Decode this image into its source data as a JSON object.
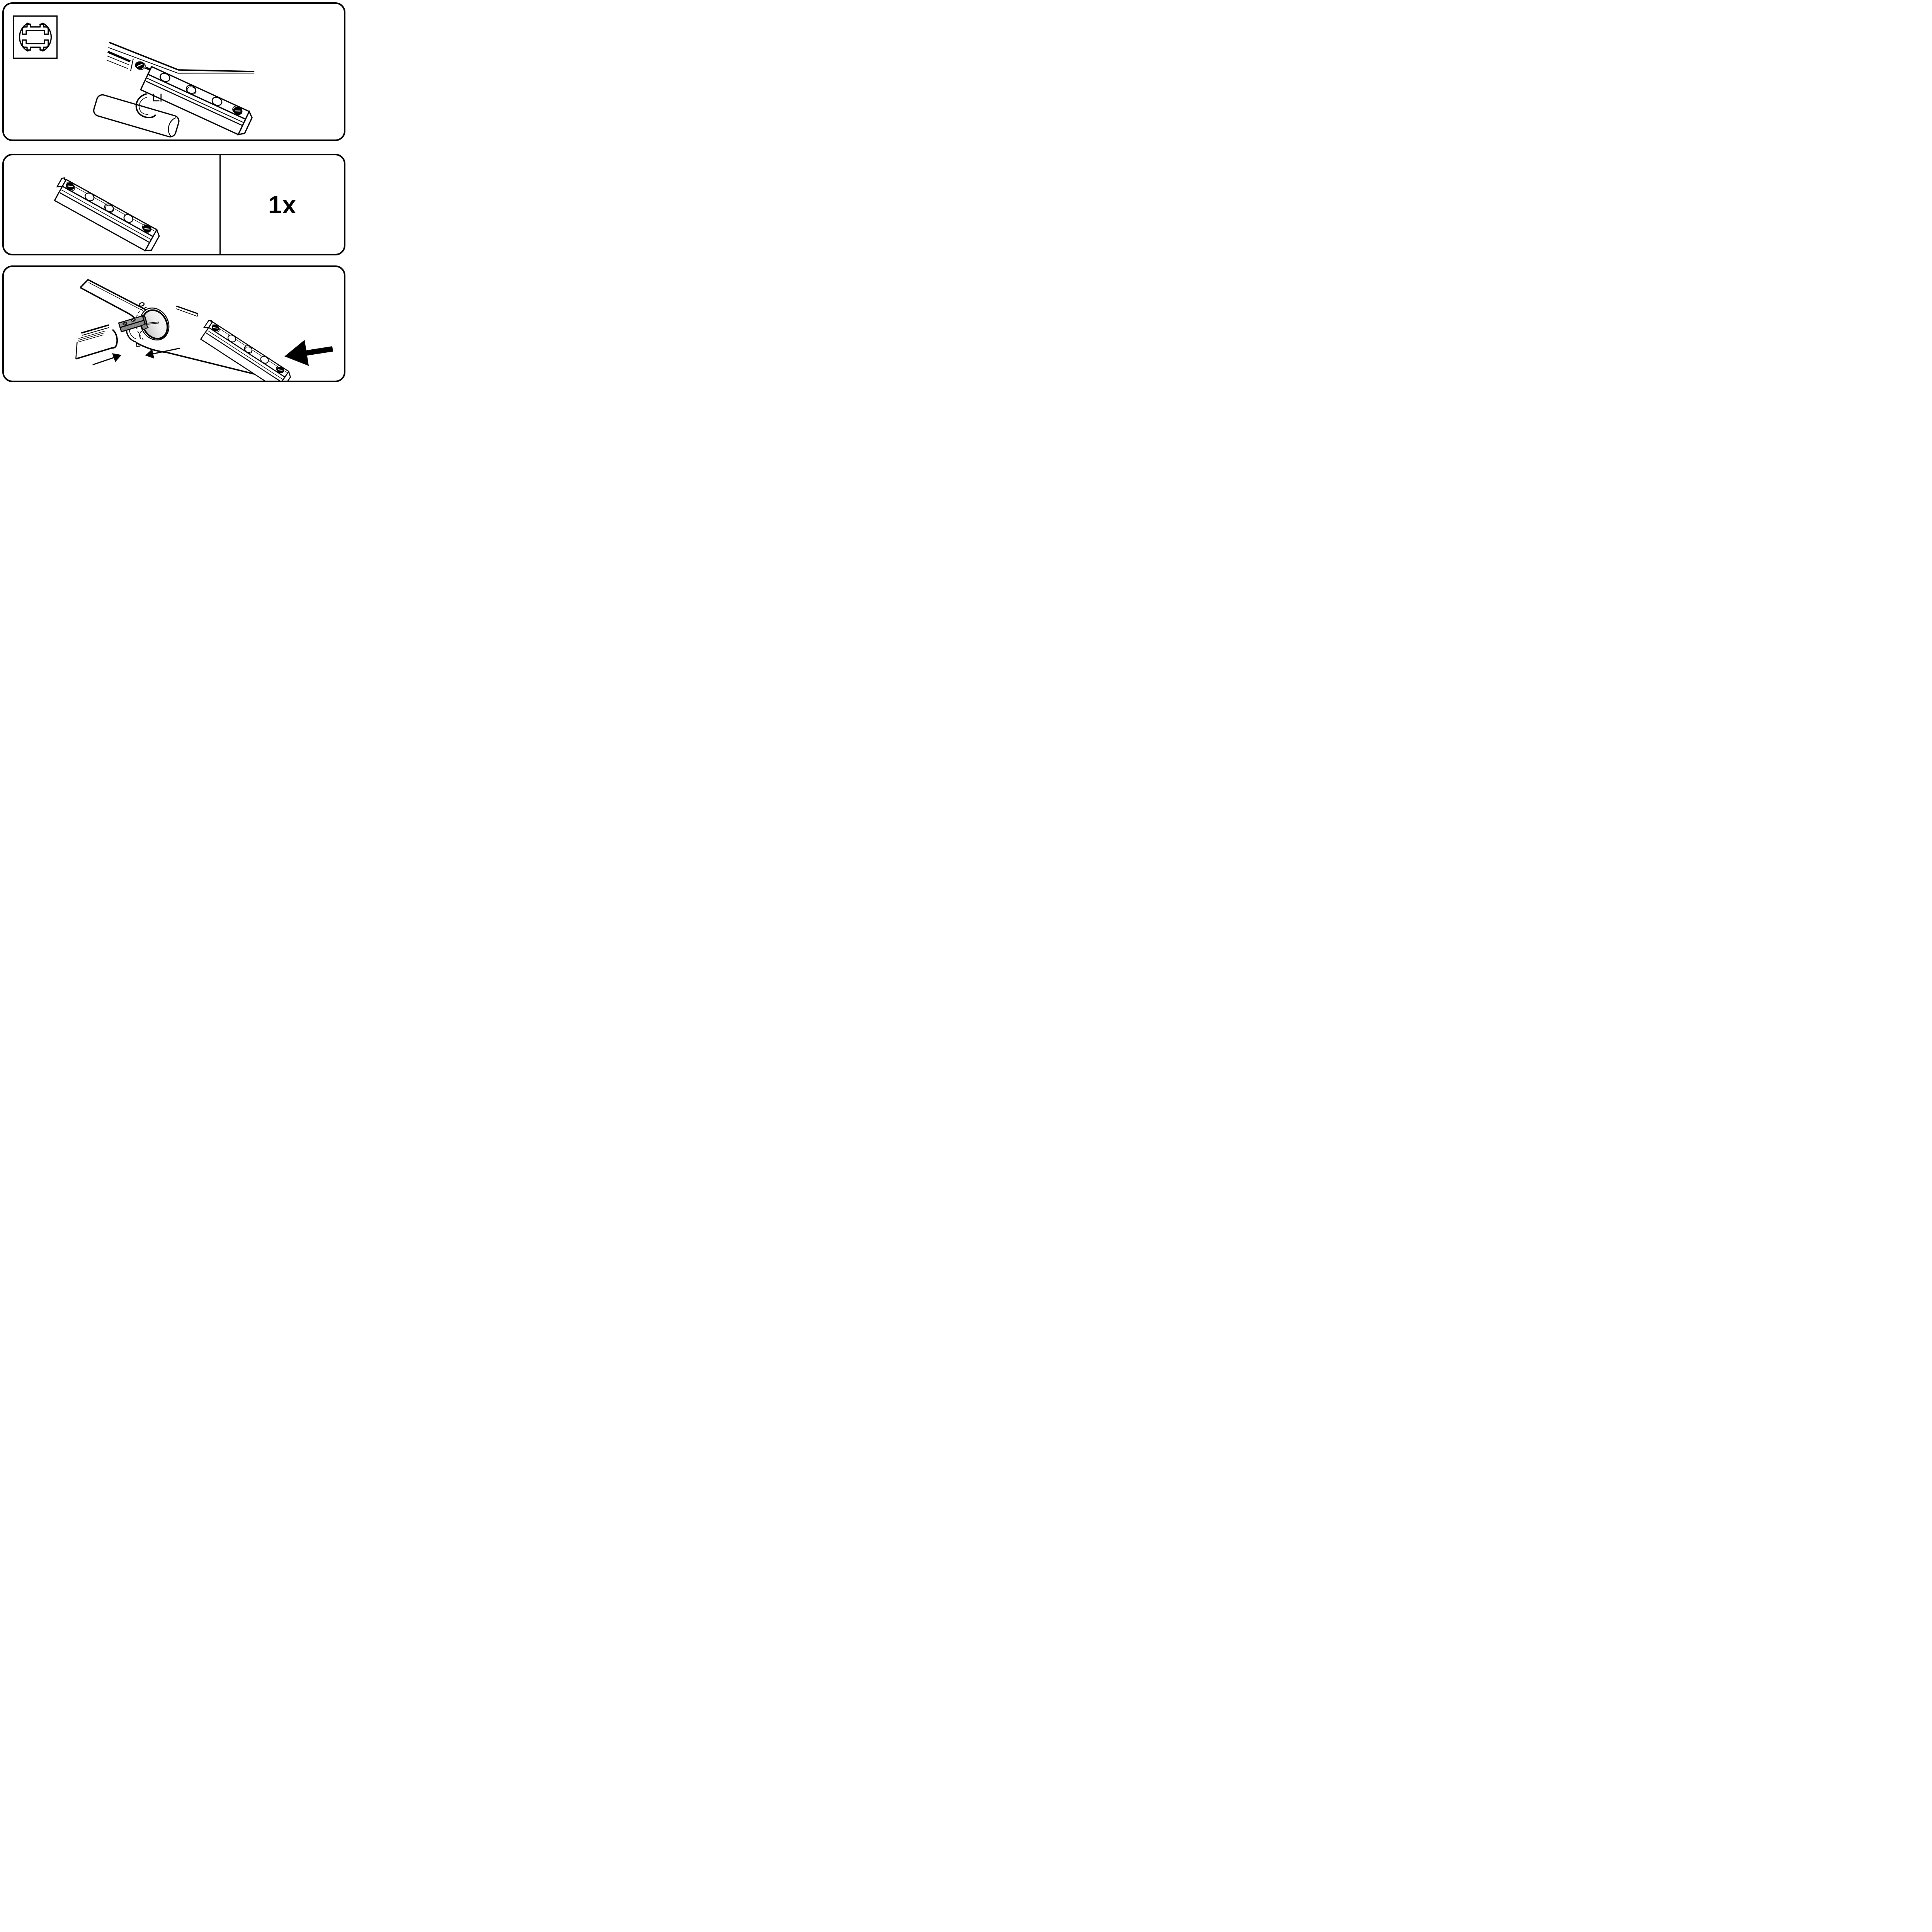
{
  "sheet": {
    "type": "assembly-instruction-sheet",
    "background": "#ffffff",
    "ink": "#000000",
    "icon": {
      "name": "rail-cross-section",
      "description": "circular rod profile with double H channel"
    },
    "panels": [
      {
        "id": "step-overview",
        "description": "rod with inner rail and connector bar installed"
      },
      {
        "id": "parts-list",
        "part": "rail connector bar with five holes",
        "quantity_label": "1x"
      },
      {
        "id": "assembly-step",
        "description": "slide connector block into rail channel and push rod ends together"
      }
    ],
    "colors": {
      "connector_gray": "#9c9c9c",
      "connector_gray_dark": "#8a8a8a",
      "screw_black": "#111111",
      "tube_inner_light": "#f2f2f2",
      "tube_inner_shade": "#c6c6c6"
    }
  }
}
